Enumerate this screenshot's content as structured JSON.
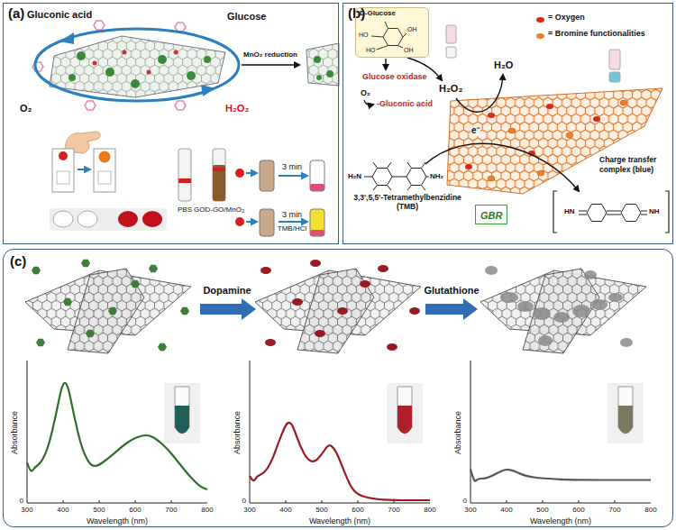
{
  "diagram": {
    "nodes": [
      {
        "text": [
          "(a)"
        ]
      },
      {
        "text": [
          "(b)"
        ]
      },
      {
        "text": [
          "D-Glucose",
          "HO",
          "OH",
          "HO",
          "OH"
        ],
        "in": 1
      },
      {
        "text": [
          "GBR"
        ],
        "in": 1
      },
      {
        "text": [
          "(c)"
        ]
      }
    ],
    "labels": [
      "Gluconic acid",
      "Glucose",
      "O₂",
      "H₂O₂",
      "MnO₂ reduction",
      "PBS",
      "GOD-GO/MnO₂",
      "3 min",
      "3 min",
      "TMB/HCl",
      "Glucose oxidase",
      "O₂",
      "-Gluconic acid",
      "H₂O₂",
      "H₂O",
      "e⁻",
      "3,3',5,5'-Tetramethylbenzidine (TMB)",
      "Charge transfer complex (blue)",
      "H₂N",
      "NH₂",
      "HN",
      "NH",
      "Dopamine",
      "Glutathione",
      "Absorbance",
      "0",
      "300",
      "400",
      "500",
      "600",
      "700",
      "800",
      "Wavelength (nm)",
      "Absorbance",
      "0",
      "300",
      "400",
      "500",
      "600",
      "700",
      "800",
      "Wavelength (nm)",
      "Absorbance",
      "0",
      "300",
      "400",
      "500",
      "600",
      "700",
      "800",
      "Wavelength (nm)"
    ],
    "legend": [
      {
        "text": "= Oxygen",
        "color": "#d42a1e"
      },
      {
        "text": "= Bromine functionalities",
        "color": "#f07d2a"
      }
    ]
  }
}
